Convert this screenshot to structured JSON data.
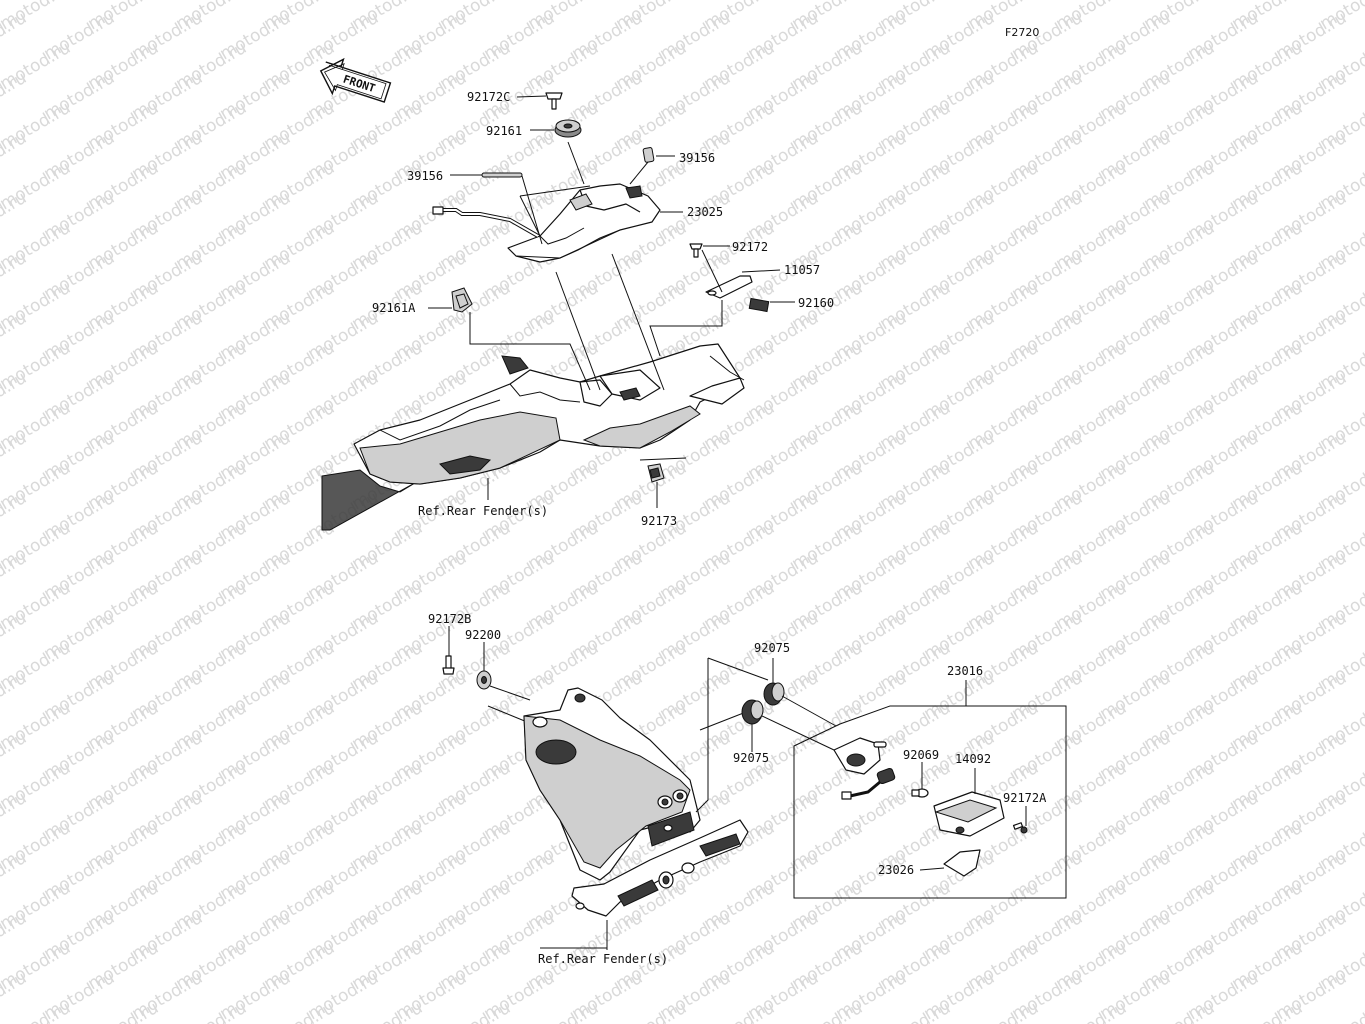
{
  "diagram_code": "F2720",
  "front_arrow_label": "FRONT",
  "watermark_text": "motod.ru",
  "labels": {
    "p92172C": "92172C",
    "p92161": "92161",
    "p39156_left": "39156",
    "p39156_right": "39156",
    "p23025": "23025",
    "p92172": "92172",
    "p11057": "11057",
    "p92160": "92160",
    "p92161A": "92161A",
    "ref_rear_fender_top": "Ref.Rear Fender(s)",
    "p92173": "92173",
    "p92172B": "92172B",
    "p92200": "92200",
    "p92075_top": "92075",
    "p92075_bottom": "92075",
    "p23016": "23016",
    "p92069": "92069",
    "p14092": "14092",
    "p92172A": "92172A",
    "p23026": "23026",
    "ref_rear_fender_bottom": "Ref.Rear Fender(s)"
  }
}
